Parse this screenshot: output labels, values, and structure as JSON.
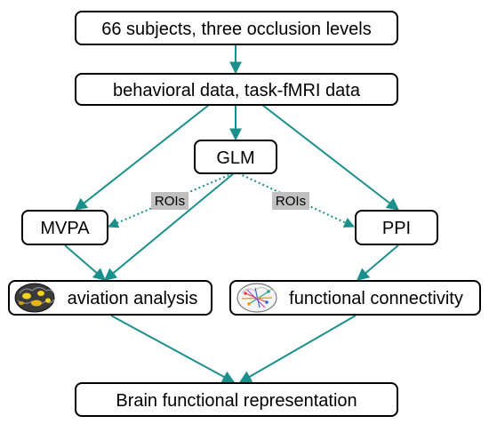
{
  "diagram": {
    "nodes": {
      "subjects": "66 subjects, three occlusion levels",
      "data": "behavioral data, task-fMRI data",
      "glm": "GLM",
      "mvpa": "MVPA",
      "ppi": "PPI",
      "aviation": "aviation analysis",
      "connectivity": "functional connectivity",
      "brain": "Brain functional representation"
    },
    "edge_labels": {
      "roi_left": "ROIs",
      "roi_right": "ROIs"
    },
    "icons": {
      "aviation": "brain-activation-icon",
      "connectivity": "brain-connectivity-icon"
    },
    "colors": {
      "arrow": "#1a8f8c",
      "label_bg": "#c0c0c0",
      "box_border": "#000000"
    }
  }
}
